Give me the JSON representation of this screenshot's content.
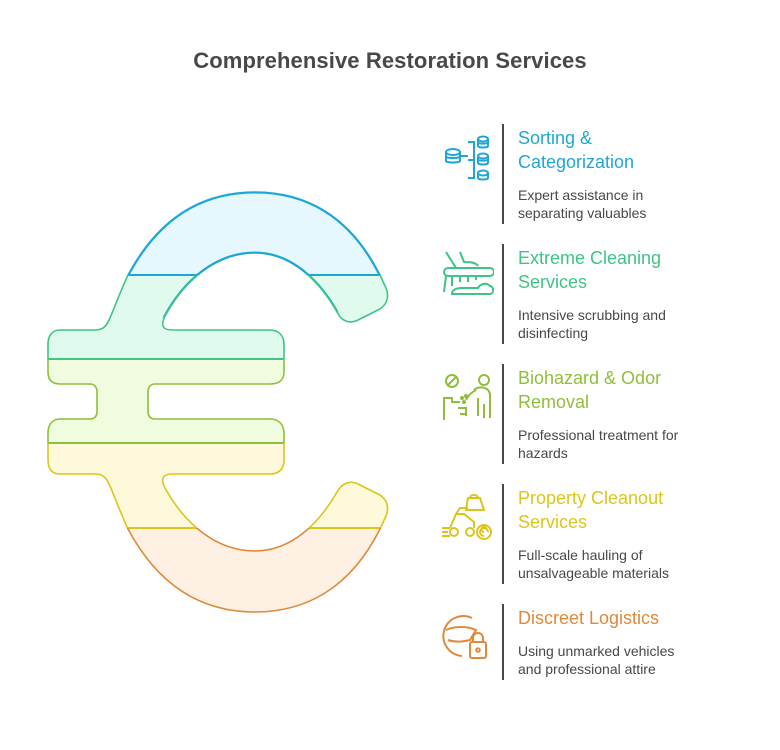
{
  "title": "Comprehensive Restoration Services",
  "colors": {
    "blue": "#1EA7D6",
    "green": "#3DC585",
    "lime": "#8FBE3B",
    "yellow": "#DCC51A",
    "orange": "#E0893A",
    "text": "#484848"
  },
  "items": [
    {
      "icon": "database-sorting-icon",
      "title_line1": "Sorting &",
      "title_line2": "Categorization",
      "desc_line1": "Expert assistance in",
      "desc_line2": "separating valuables"
    },
    {
      "icon": "scrubbing-brush-icon",
      "title_line1": "Extreme Cleaning",
      "title_line2": "Services",
      "desc_line1": "Intensive scrubbing and",
      "desc_line2": "disinfecting"
    },
    {
      "icon": "biohazard-person-icon",
      "title_line1": "Biohazard & Odor",
      "title_line2": "Removal",
      "desc_line1": "Professional treatment for",
      "desc_line2": "hazards"
    },
    {
      "icon": "hauling-truck-icon",
      "title_line1": "Property Cleanout",
      "title_line2": "Services",
      "desc_line1": "Full-scale hauling of",
      "desc_line2": "unsalvageable materials"
    },
    {
      "icon": "helmet-lock-icon",
      "title_line1": "Discreet Logistics",
      "title_line2": "",
      "desc_line1": "Using unmarked vehicles",
      "desc_line2": "and professional attire"
    }
  ]
}
